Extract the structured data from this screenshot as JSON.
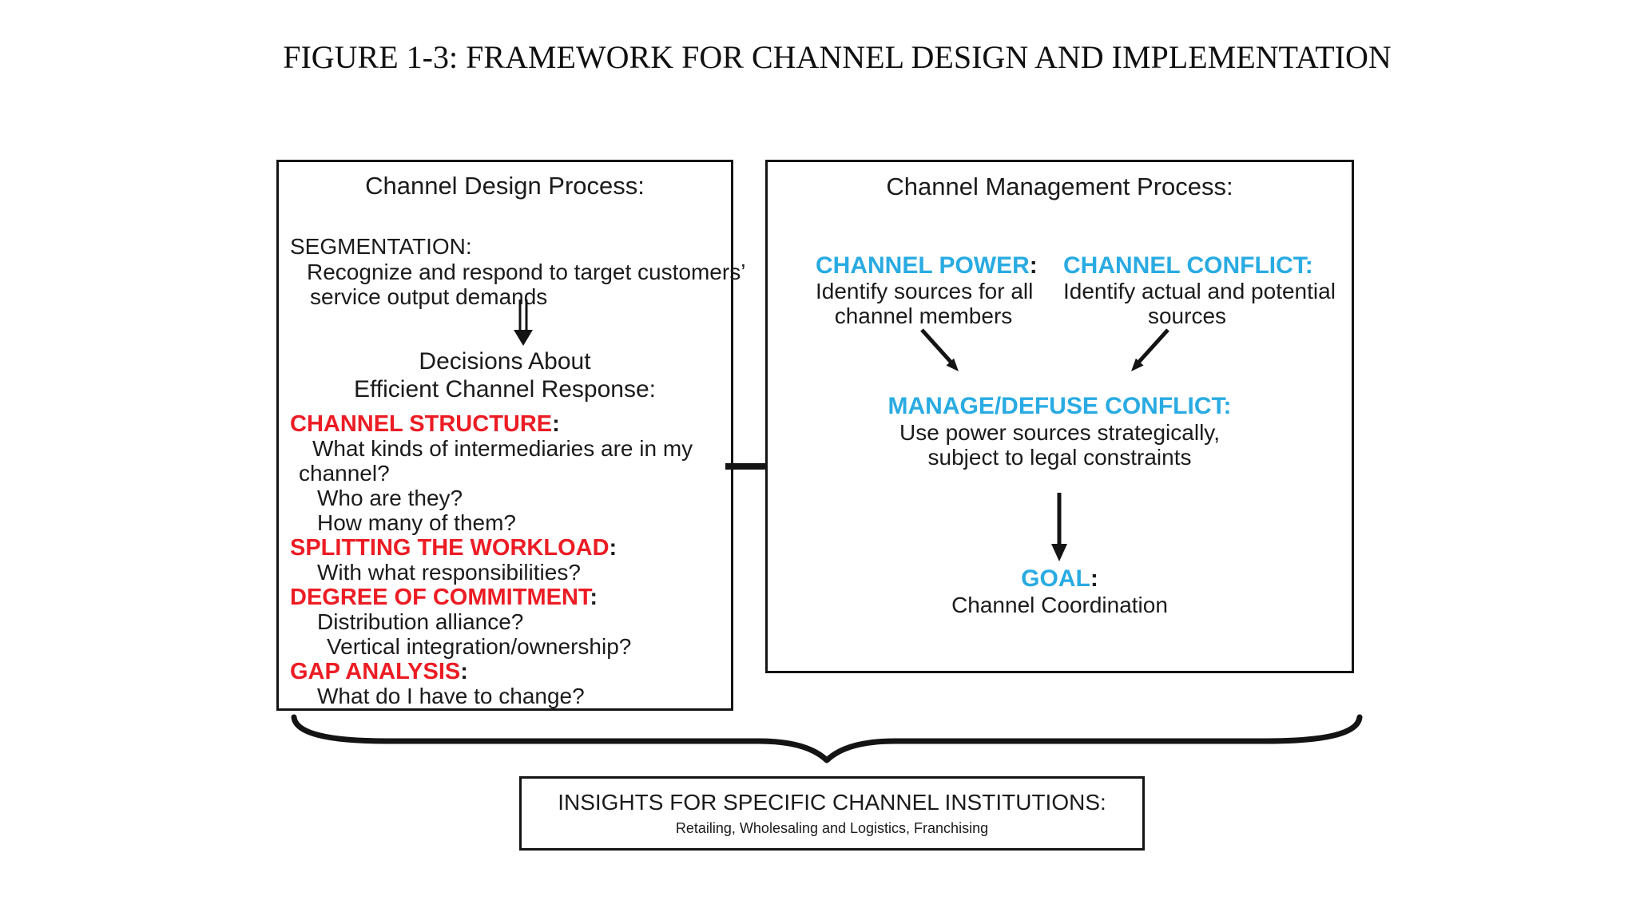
{
  "title": "FIGURE 1-3: FRAMEWORK FOR CHANNEL DESIGN AND IMPLEMENTATION",
  "colors": {
    "accent_red": "#EC1C24",
    "accent_cyan": "#29ABE2",
    "text_black": "#1b1b1b",
    "background": "#ffffff"
  },
  "icons": {
    "segmentation_to_decisions": "double-shaft-down-arrow",
    "power_to_manage": "diagonal-down-right-arrow",
    "conflict_to_manage": "diagonal-down-left-arrow",
    "manage_to_goal": "down-arrow",
    "brace": "curly-underbrace",
    "box_link": "horizontal-connector-line"
  },
  "design_box": {
    "heading": "Channel Design Process:",
    "segmentation_label": "SEGMENTATION:",
    "segmentation_line1": "Recognize and respond to target customers’",
    "segmentation_line2": "service output demands",
    "decisions_line1": "Decisions About",
    "decisions_line2": "Efficient Channel Response:",
    "list": [
      {
        "label": "CHANNEL STRUCTURE",
        "colon": ":"
      },
      {
        "text": "What kinds of intermediaries are in my"
      },
      {
        "text": "channel?"
      },
      {
        "text": "Who are they?"
      },
      {
        "text": "How many of them?"
      },
      {
        "label": "SPLITTING THE WORKLOAD",
        "colon": ":"
      },
      {
        "text": "With what responsibilities?"
      },
      {
        "label": "DEGREE OF COMMITMENT",
        "colon": ":"
      },
      {
        "text": "Distribution alliance?"
      },
      {
        "text": "Vertical integration/ownership?"
      },
      {
        "label": "GAP ANALYSIS",
        "colon": ":"
      },
      {
        "text": "What do I have to change?"
      }
    ]
  },
  "management_box": {
    "heading": "Channel Management Process:",
    "power": {
      "label": "CHANNEL POWER",
      "colon": ":",
      "line1": "Identify sources for all",
      "line2": "channel members"
    },
    "conflict": {
      "label": "CHANNEL CONFLICT:",
      "line1": "Identify actual and potential",
      "line2": "sources"
    },
    "manage": {
      "label": "MANAGE/DEFUSE CONFLICT:",
      "line1": "Use power sources strategically,",
      "line2": "subject to legal constraints"
    },
    "goal": {
      "label": "GOAL",
      "colon": ":",
      "line1": "Channel Coordination"
    }
  },
  "insights_box": {
    "heading": "INSIGHTS FOR SPECIFIC CHANNEL INSTITUTIONS:",
    "subheading": "Retailing, Wholesaling and Logistics, Franchising"
  }
}
